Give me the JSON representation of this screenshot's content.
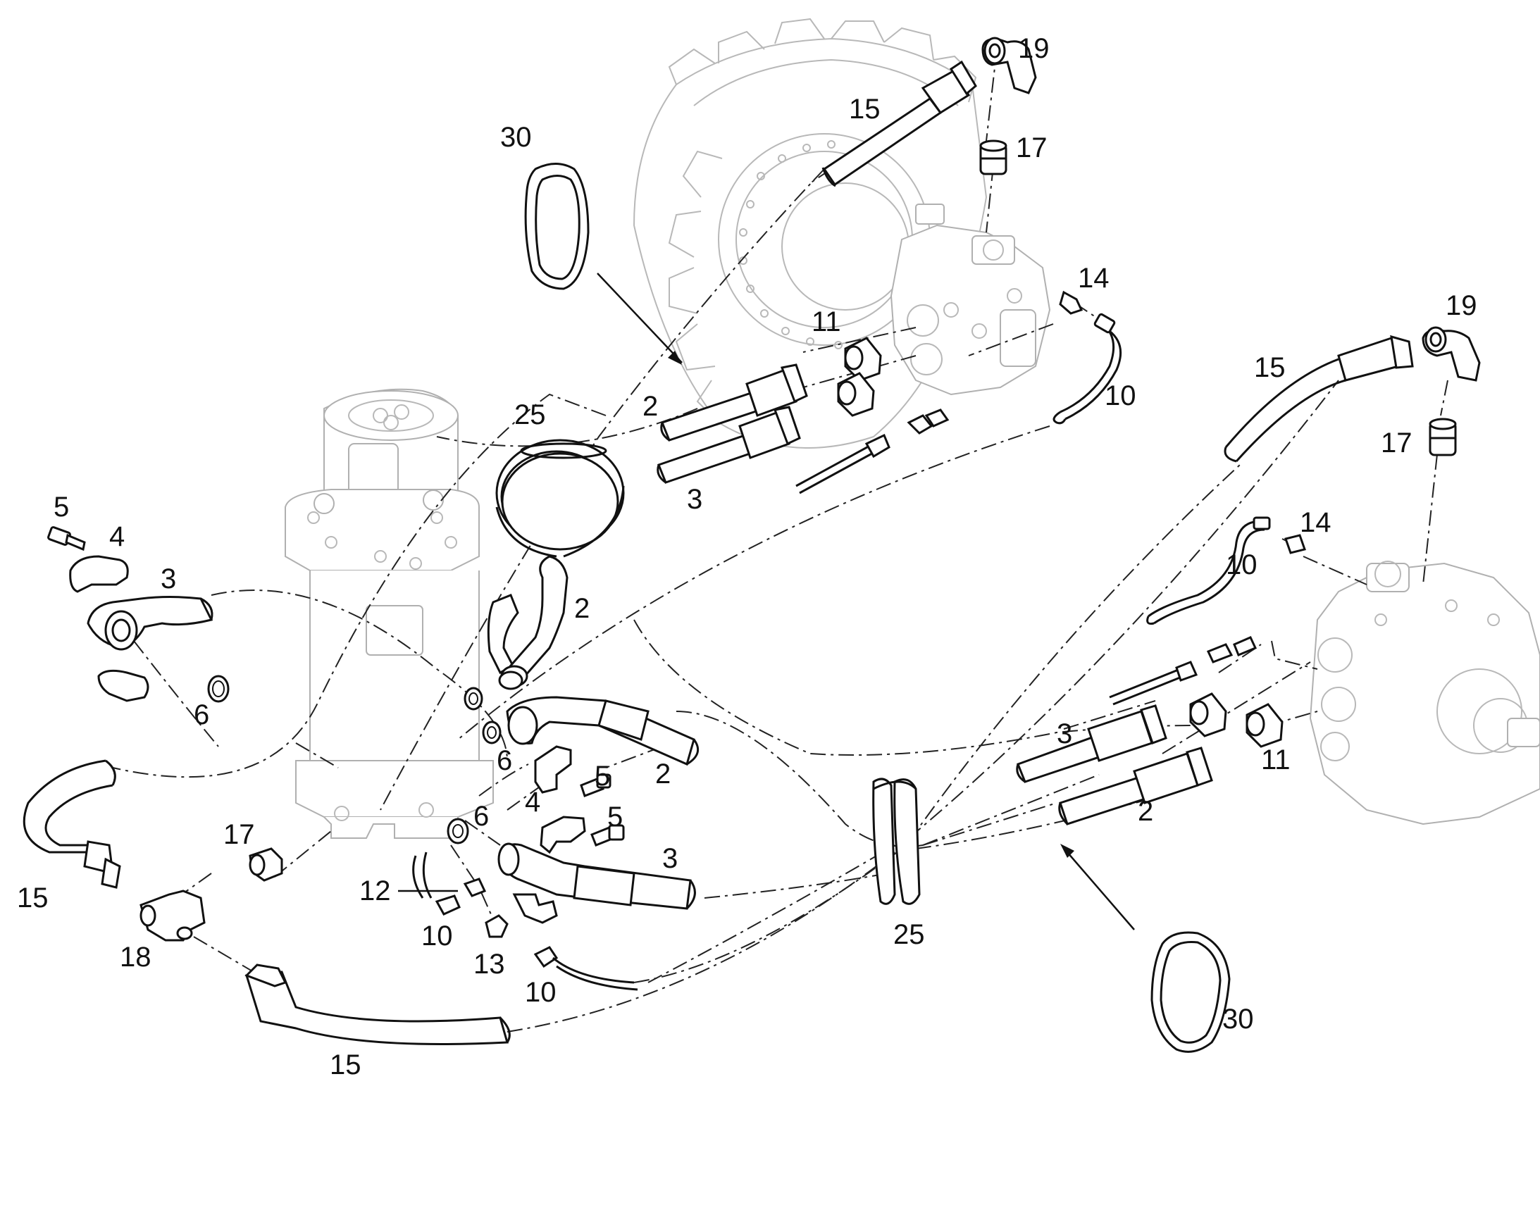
{
  "diagram": {
    "callouts": [
      {
        "id": "c-19-top",
        "text": "19"
      },
      {
        "id": "c-15-top",
        "text": "15"
      },
      {
        "id": "c-17-top",
        "text": "17"
      },
      {
        "id": "c-30-top",
        "text": "30"
      },
      {
        "id": "c-14-top",
        "text": "14"
      },
      {
        "id": "c-11-top",
        "text": "11"
      },
      {
        "id": "c-10-top",
        "text": "10"
      },
      {
        "id": "c-2-top",
        "text": "2"
      },
      {
        "id": "c-3-top",
        "text": "3"
      },
      {
        "id": "c-25-top",
        "text": "25"
      },
      {
        "id": "c-5-left",
        "text": "5"
      },
      {
        "id": "c-4-left",
        "text": "4"
      },
      {
        "id": "c-3-left",
        "text": "3"
      },
      {
        "id": "c-6-left",
        "text": "6"
      },
      {
        "id": "c-2-mid",
        "text": "2"
      },
      {
        "id": "c-6-mid",
        "text": "6"
      },
      {
        "id": "c-5-mid",
        "text": "5"
      },
      {
        "id": "c-2-mid-b",
        "text": "2"
      },
      {
        "id": "c-4-mid",
        "text": "4"
      },
      {
        "id": "c-5-mid-b",
        "text": "5"
      },
      {
        "id": "c-6-low",
        "text": "6"
      },
      {
        "id": "c-3-low",
        "text": "3"
      },
      {
        "id": "c-17-left",
        "text": "17"
      },
      {
        "id": "c-15-left",
        "text": "15"
      },
      {
        "id": "c-18",
        "text": "18"
      },
      {
        "id": "c-12",
        "text": "12"
      },
      {
        "id": "c-10-low-a",
        "text": "10"
      },
      {
        "id": "c-13",
        "text": "13"
      },
      {
        "id": "c-10-low-b",
        "text": "10"
      },
      {
        "id": "c-15-bottom",
        "text": "15"
      },
      {
        "id": "c-25-bottom",
        "text": "25"
      },
      {
        "id": "c-19-right",
        "text": "19"
      },
      {
        "id": "c-15-right",
        "text": "15"
      },
      {
        "id": "c-17-right",
        "text": "17"
      },
      {
        "id": "c-14-right",
        "text": "14"
      },
      {
        "id": "c-10-right",
        "text": "10"
      },
      {
        "id": "c-3-right",
        "text": "3"
      },
      {
        "id": "c-2-right",
        "text": "2"
      },
      {
        "id": "c-11-right",
        "text": "11"
      },
      {
        "id": "c-30-bottom",
        "text": "30"
      }
    ]
  }
}
